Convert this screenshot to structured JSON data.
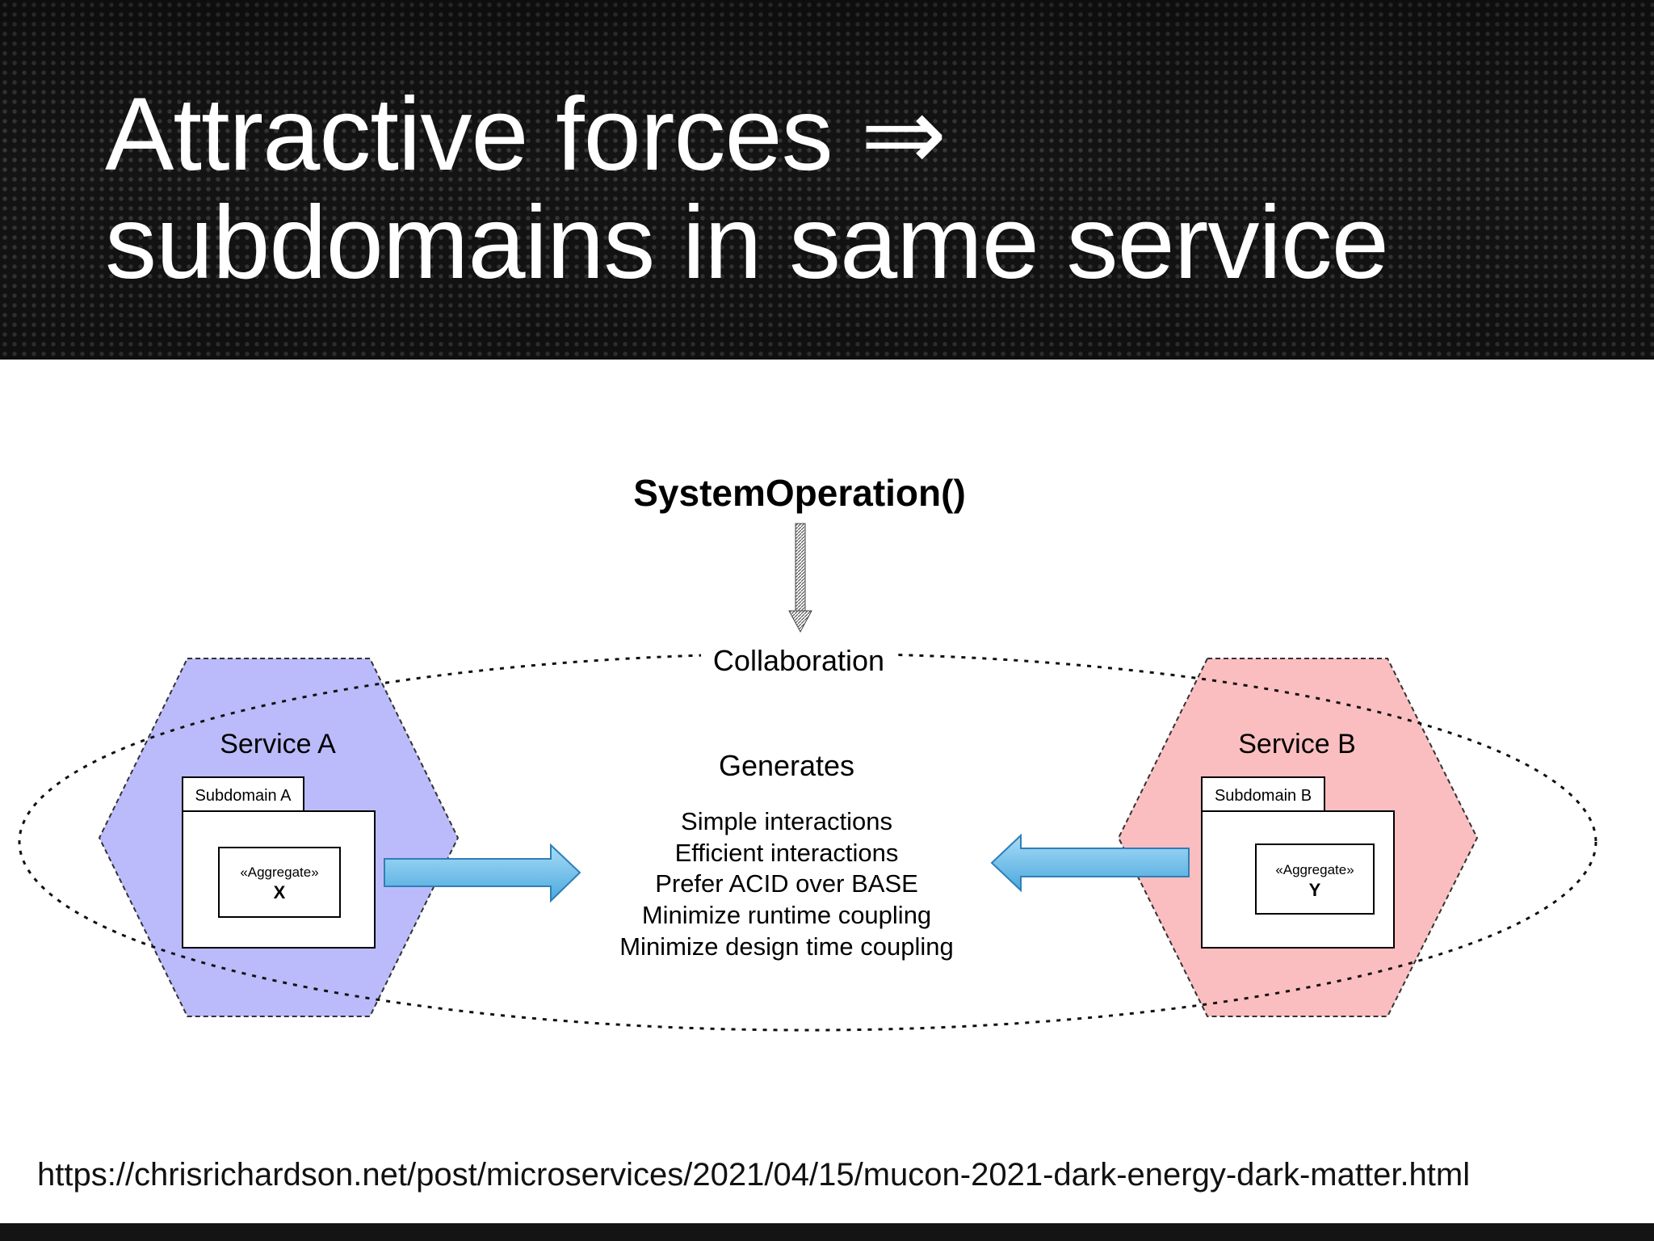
{
  "slide": {
    "title_line1": "Attractive forces ⇒",
    "title_line2": "subdomains in same service",
    "url": "https://chrisrichardson.net/post/microservices/2021/04/15/mucon-2021-dark-energy-dark-matter.html"
  },
  "diagram": {
    "operation": "SystemOperation()",
    "collaboration_label": "Collaboration",
    "generates_label": "Generates",
    "generates_items": [
      "Simple interactions",
      "Efficient interactions",
      "Prefer ACID over BASE",
      "Minimize runtime coupling",
      "Minimize design time coupling"
    ],
    "service_a": {
      "name": "Service A",
      "subdomain": "Subdomain A",
      "stereotype": "«Aggregate»",
      "aggregate": "X",
      "color": "#bbbbfb"
    },
    "service_b": {
      "name": "Service B",
      "subdomain": "Subdomain B",
      "stereotype": "«Aggregate»",
      "aggregate": "Y",
      "color": "#fbbec0"
    },
    "arrow_color": "#6bbde8"
  }
}
